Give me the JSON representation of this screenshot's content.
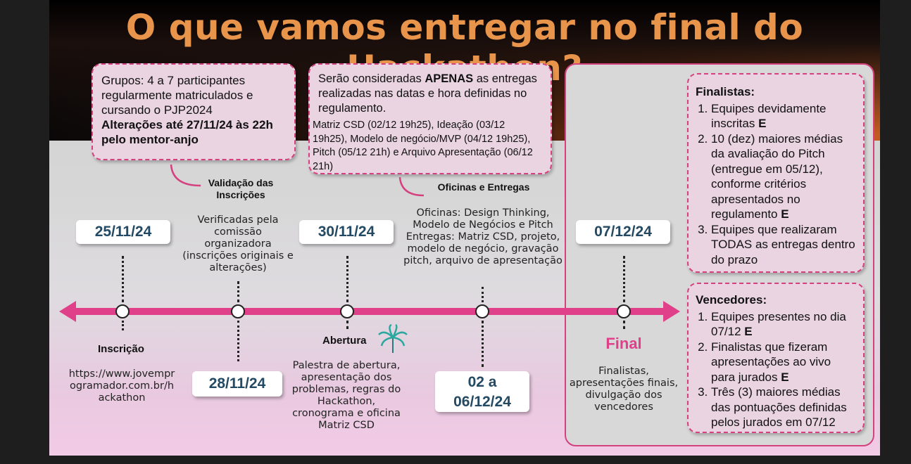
{
  "title": "O que vamos entregar no final do Hackathon?",
  "box_groups": {
    "line1": "Grupos: 4 a 7 participantes regularmente matriculados e cursando o PJP2024",
    "line2": "Alterações até 27/11/24 às 22h pelo mentor-anjo"
  },
  "box_deliveries": {
    "prefix": "Serão consideradas ",
    "bold": "APENAS",
    "suffix": " as entregas realizadas nas datas e hora definidas no regulamento.",
    "details": "Matriz CSD (02/12 19h25), Ideação (03/12 19h25), Modelo de negócio/MVP (04/12 19h25), Pitch (05/12 21h) e Arquivo Apresentação (06/12 21h)"
  },
  "callouts": {
    "validation": "Validação das Inscrições",
    "workshops": "Oficinas e Entregas"
  },
  "dates": {
    "d1": "25/11/24",
    "d2": "28/11/24",
    "d3": "30/11/24",
    "d4a": "02 a",
    "d4b": "06/12/24",
    "d5": "07/12/24"
  },
  "timeline": {
    "verified": "Verificadas pela comissão organizadora (inscrições originais e alterações)",
    "workshops_desc": "Oficinas: Design Thinking, Modelo de Negócios e Pitch Entregas: Matriz CSD, projeto, modelo de negócio, gravação pitch, arquivo de apresentação",
    "inscricao": "Inscrição",
    "url": "https://www.jovemprogramador.com.br/hackathon",
    "abertura": "Abertura",
    "abertura_desc": "Palestra de abertura, apresentação dos problemas, regras do Hackathon, cronograma e oficina Matriz CSD",
    "final": "Final",
    "final_desc": "Finalistas, apresentações finais, divulgação dos vencedores"
  },
  "finalists": {
    "heading": "Finalistas:",
    "items": [
      {
        "text": "Equipes devidamente inscritas ",
        "bold": "E"
      },
      {
        "text": "10 (dez) maiores médias da avaliação do Pitch (entregue em 05/12), conforme critérios apresentados no regulamento ",
        "bold": "E"
      },
      {
        "text": "Equipes que realizaram TODAS as entregas dentro do prazo",
        "bold": ""
      }
    ]
  },
  "winners": {
    "heading": "Vencedores:",
    "items": [
      {
        "text": "Equipes presentes no dia 07/12 ",
        "bold": "E"
      },
      {
        "text": "Finalistas que fizeram apresentações ao vivo para jurados ",
        "bold": "E"
      },
      {
        "text": "Três (3) maiores médias das pontuações definidas pelos jurados em 07/12",
        "bold": ""
      }
    ]
  },
  "colors": {
    "accent": "#e8954b",
    "timeline": "#e0408a",
    "date_text": "#244a63",
    "final": "#e0408a"
  },
  "icons": {
    "palm": "palm-tree-icon",
    "arrow_left": "arrow-left-icon",
    "arrow_right": "arrow-right-icon"
  }
}
